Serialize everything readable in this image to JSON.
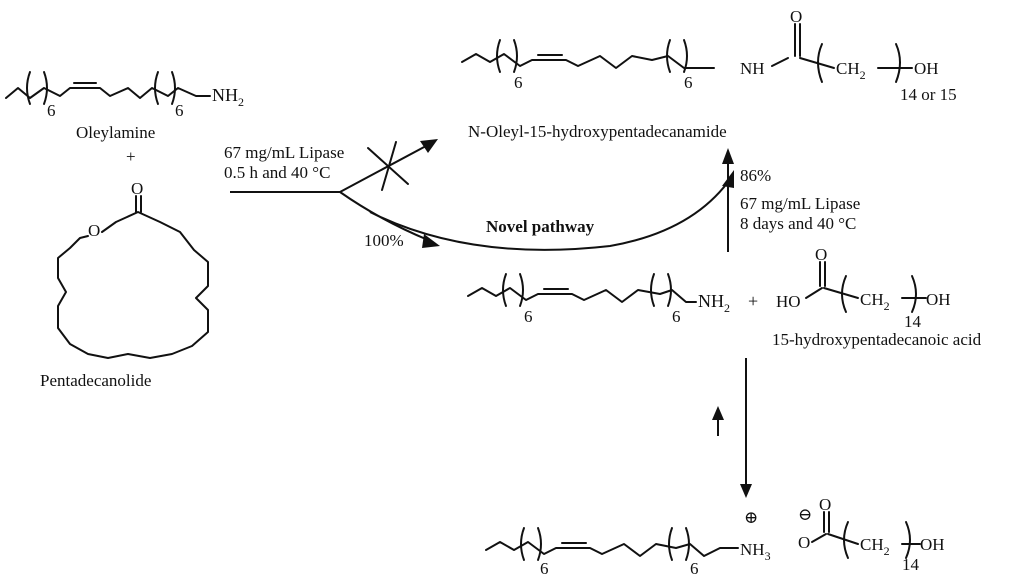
{
  "reactants": {
    "oleylamine": {
      "label": "Oleylamine",
      "repeat_left": "6",
      "repeat_right": "6",
      "amine": "NH",
      "amine_sub": "2"
    },
    "plus": "+",
    "pentadecanolide": {
      "label": "Pentadecanolide",
      "carbonyl_o": "O",
      "ring_o": "O"
    }
  },
  "conditions_blocked": {
    "line1": "67 mg/mL Lipase",
    "line2": "0.5 h and 40 °C"
  },
  "product": {
    "name": "N-Oleyl-15-hydroxypentadecanamide",
    "repeat_left": "6",
    "repeat_right": "6",
    "nh": "NH",
    "carbonyl_o": "O",
    "ch": "CH",
    "ch_sub": "2",
    "oh": "OH",
    "repeat": "14 or 15"
  },
  "pathway": {
    "label": "Novel pathway",
    "yield_hydrolysis": "100%",
    "yield_amidation": "86%",
    "cond_line1": "67 mg/mL Lipase",
    "cond_line2": "8 days and 40 °C"
  },
  "intermediates": {
    "repeat_left": "6",
    "repeat_right": "6",
    "amine": "NH",
    "amine_sub": "2",
    "plus": "+",
    "ho": "HO",
    "carbonyl_o": "O",
    "ch": "CH",
    "ch_sub": "2",
    "oh": "OH",
    "repeat": "14",
    "acid_label": "15-hydroxypentadecanoic acid"
  },
  "salt": {
    "repeat_left": "6",
    "repeat_right": "6",
    "plus_charge": "⊕",
    "nh": "NH",
    "nh_sub": "3",
    "minus_charge": "⊖",
    "o_minus": "O",
    "carbonyl_o": "O",
    "ch": "CH",
    "ch_sub": "2",
    "oh": "OH",
    "repeat": "14"
  }
}
